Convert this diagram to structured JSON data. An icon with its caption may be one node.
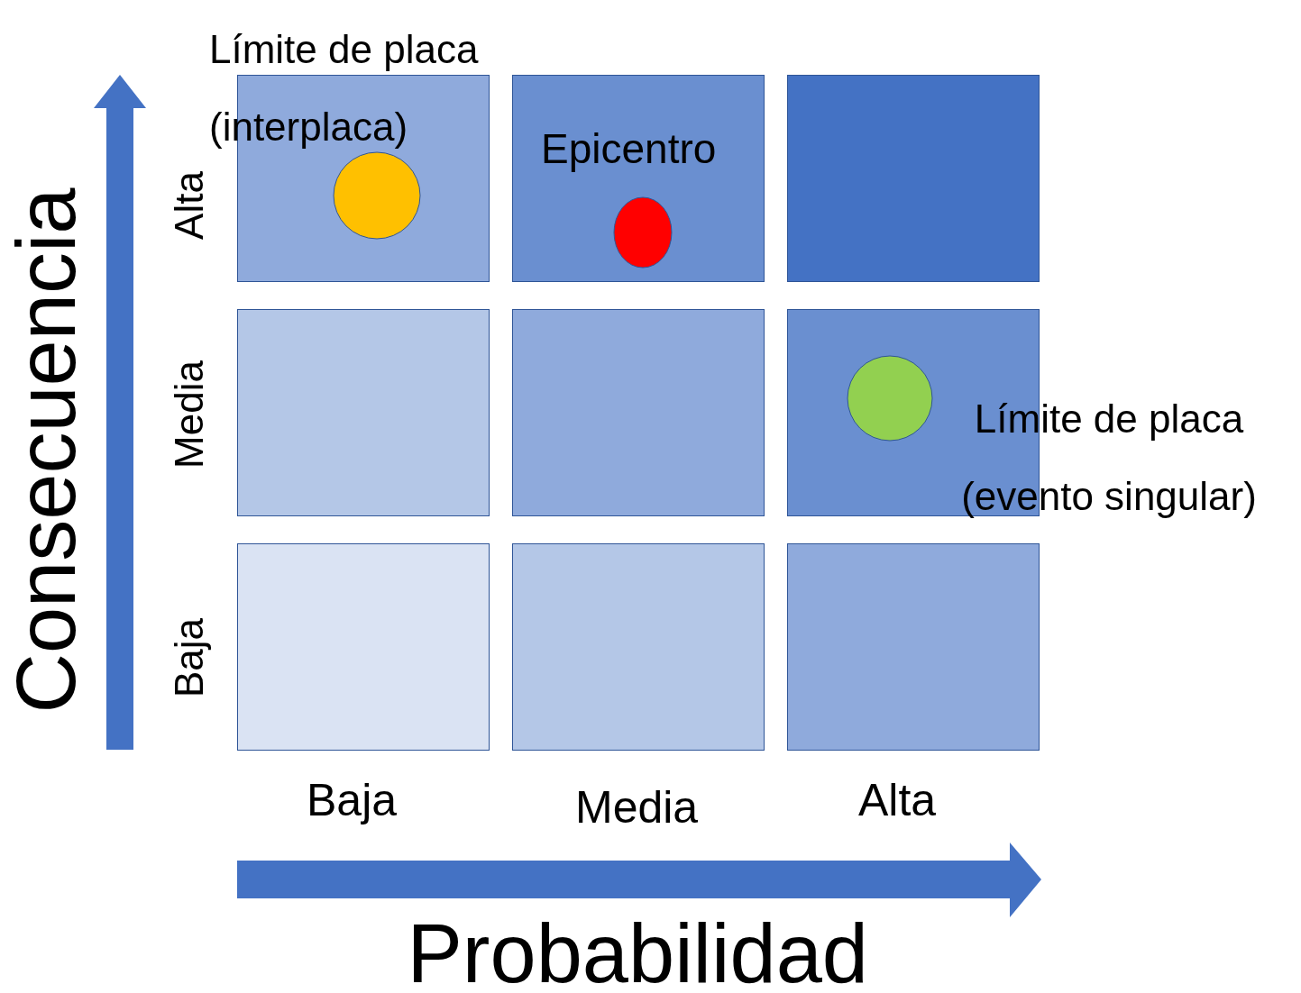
{
  "diagram": {
    "nodes": [
      {
        "text": [],
        "shape": "box"
      },
      {
        "text": [],
        "shape": "box"
      },
      {
        "text": [],
        "shape": "box"
      },
      {
        "text": [],
        "shape": "box"
      },
      {
        "text": [],
        "shape": "box"
      },
      {
        "text": [],
        "shape": "box"
      },
      {
        "text": [],
        "shape": "box"
      },
      {
        "text": [],
        "shape": "box"
      },
      {
        "text": [],
        "shape": "box"
      },
      {
        "text": [],
        "shape": "circle",
        "in": 0,
        "beside": [
          "Límite de placa (interplaca)"
        ]
      },
      {
        "text": [],
        "shape": "circle",
        "in": 1,
        "beside": [
          "Epicentro"
        ]
      },
      {
        "text": [],
        "shape": "circle",
        "in": 5,
        "beside": [
          "Límite de placa (evento singular)"
        ]
      }
    ],
    "edges": [],
    "labels": [
      "Consecuencia",
      "Alta",
      "Media",
      "Baja",
      "Baja",
      "Media",
      "Alta",
      "Probabilidad"
    ]
  }
}
